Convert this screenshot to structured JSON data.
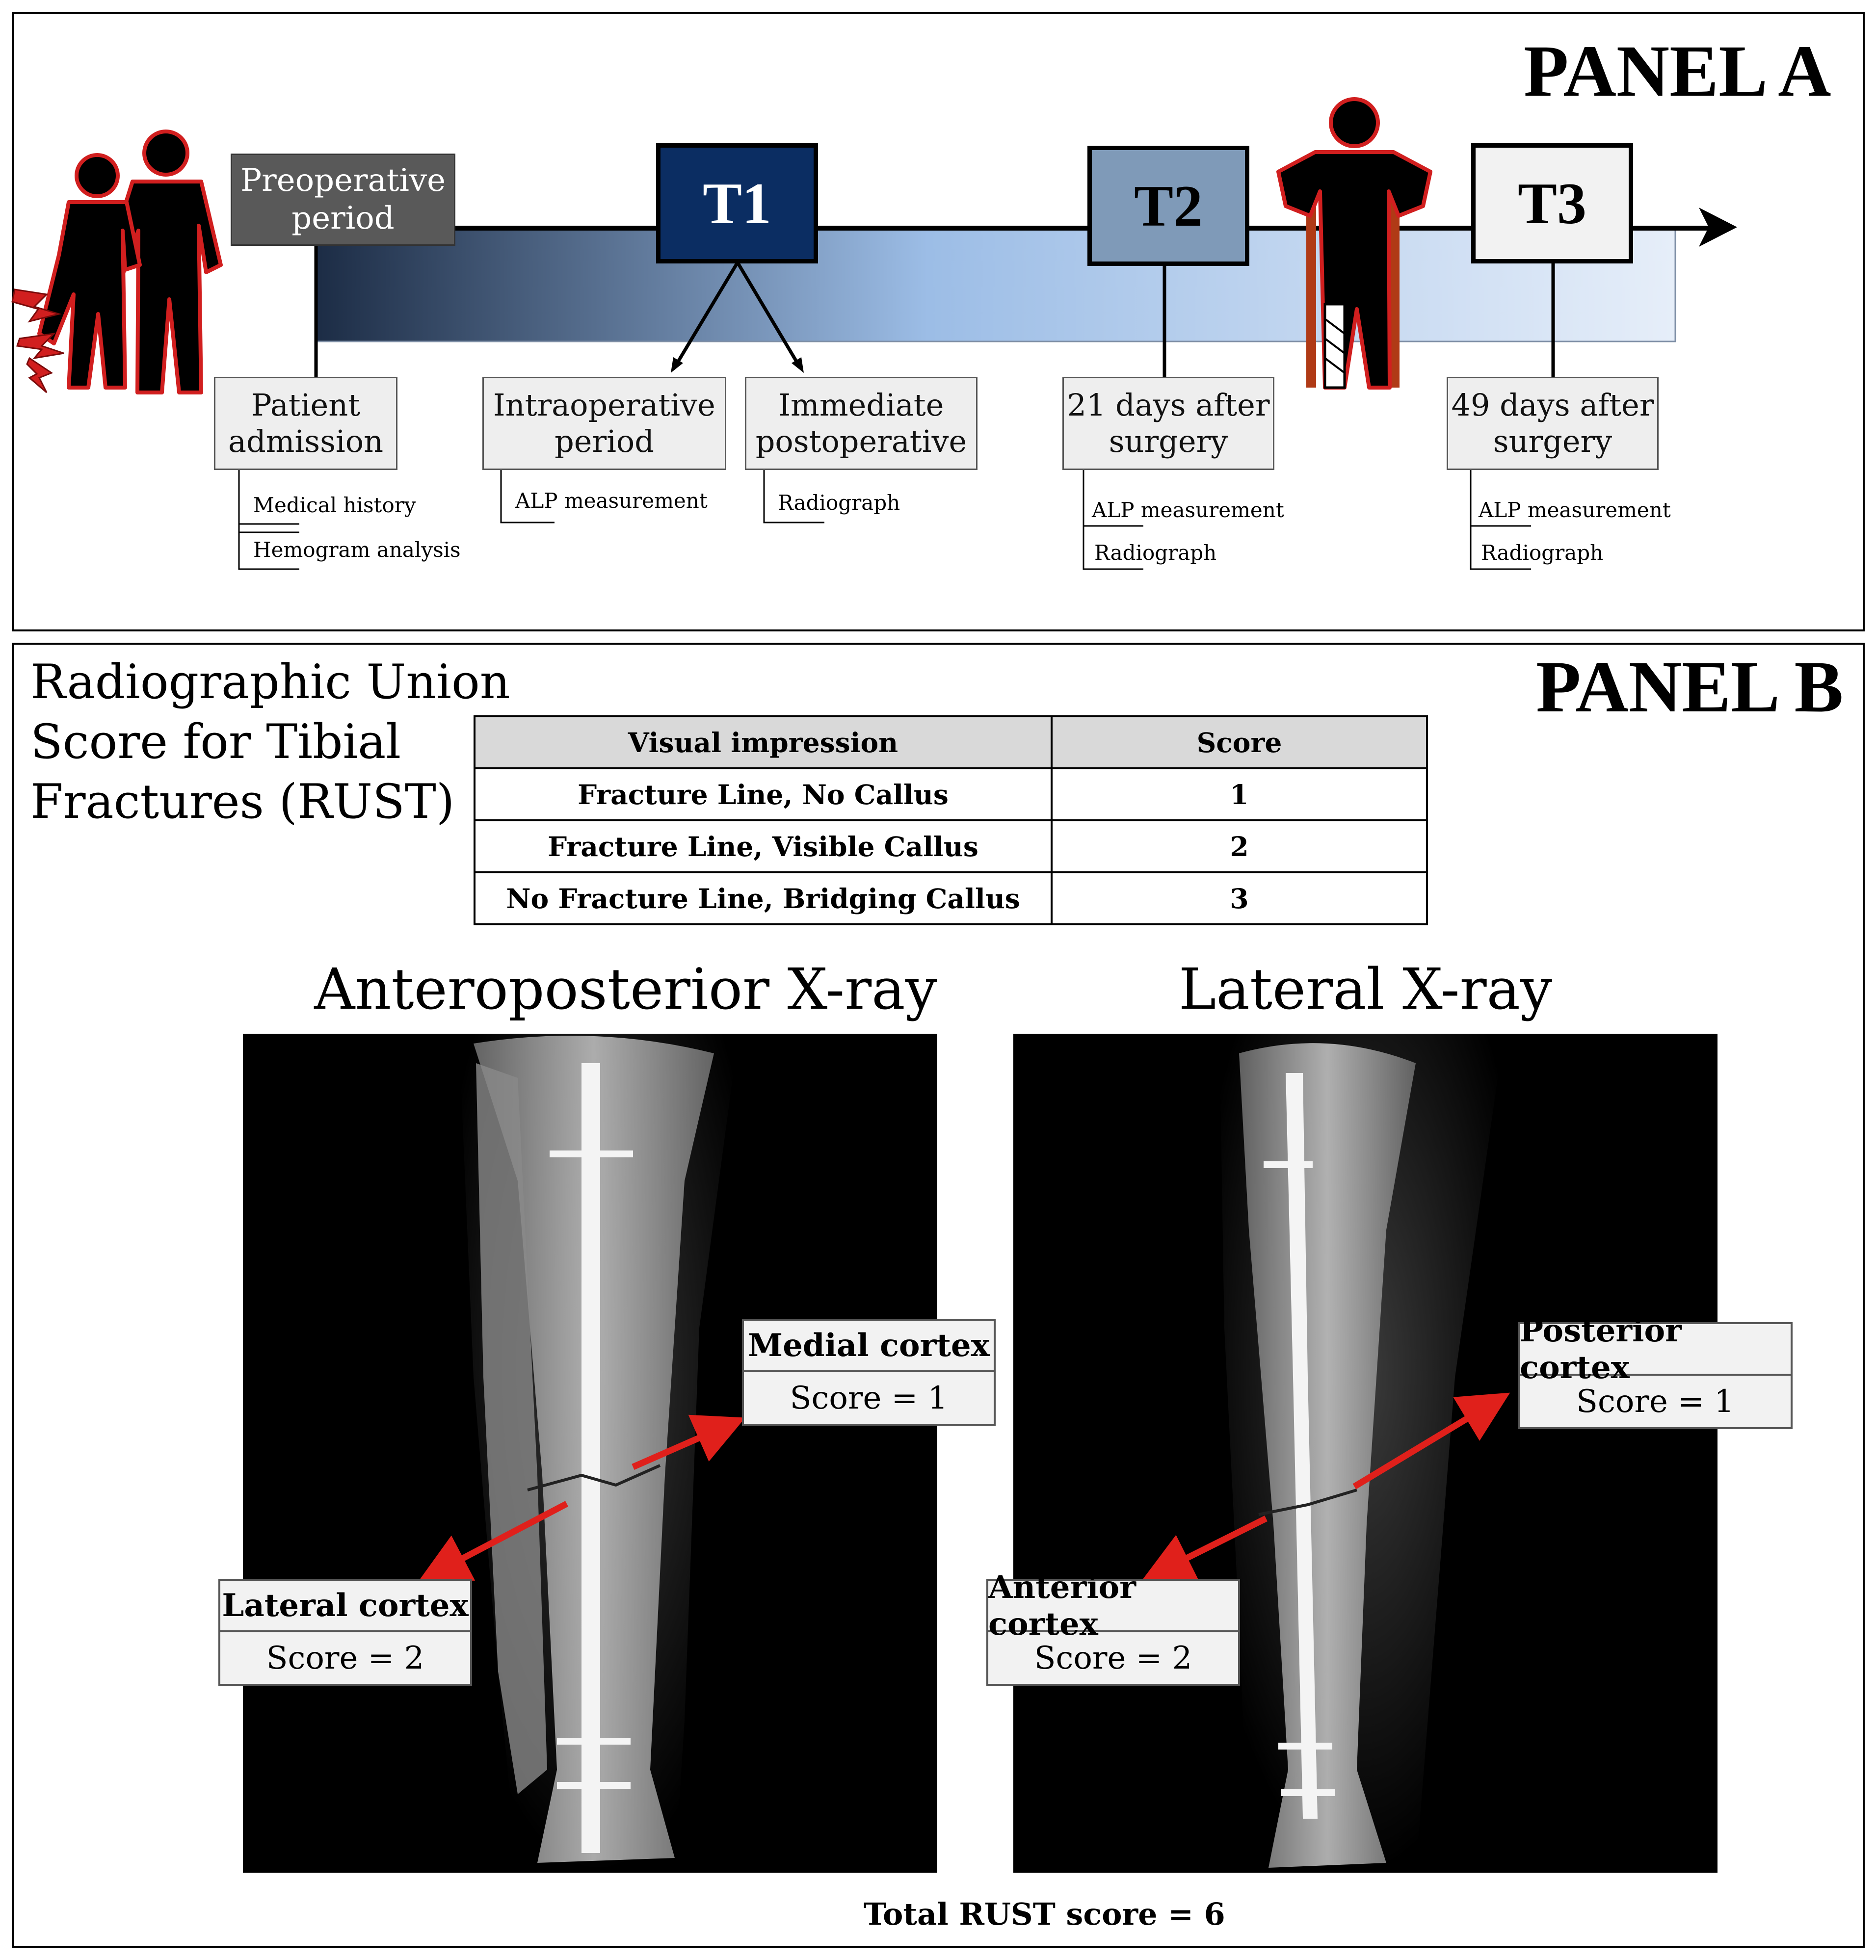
{
  "panel_a": {
    "label": "PANEL A",
    "preop": "Preoperative period",
    "timepoints": [
      {
        "label": "T1",
        "fill": "#0b2d62",
        "text_color": "#ffffff"
      },
      {
        "label": "T2",
        "fill": "#7f9ab8",
        "text_color": "#000000"
      },
      {
        "label": "T3",
        "fill": "#f2f2f2",
        "text_color": "#000000"
      }
    ],
    "boxes": [
      {
        "label": "Patient admission",
        "subs": [
          "Medical history",
          "Hemogram analysis"
        ]
      },
      {
        "label": "Intraoperative period",
        "subs": [
          "ALP measurement"
        ]
      },
      {
        "label": "Immediate postoperative",
        "subs": [
          "Radiograph"
        ]
      },
      {
        "label": "21 days after surgery",
        "subs": [
          "ALP measurement",
          "Radiograph"
        ]
      },
      {
        "label": "49 days after surgery",
        "subs": [
          "ALP measurement",
          "Radiograph"
        ]
      }
    ],
    "icons": [
      "injured-patient-icon",
      "walker-patient-icon"
    ]
  },
  "panel_b": {
    "label": "PANEL B",
    "rust_title": "Radiographic Union Score for Tibial Fractures (RUST)",
    "table": {
      "headers": [
        "Visual impression",
        "Score"
      ],
      "rows": [
        [
          "Fracture Line, No Callus",
          "1"
        ],
        [
          "Fracture Line, Visible Callus",
          "2"
        ],
        [
          "No Fracture Line, Bridging Callus",
          "3"
        ]
      ]
    },
    "ap_title": "Anteroposterior X-ray",
    "lat_title": "Lateral X-ray",
    "cortices": [
      {
        "name": "Medial cortex",
        "score": "Score = 1"
      },
      {
        "name": "Lateral cortex",
        "score": "Score = 2"
      },
      {
        "name": "Posterior cortex",
        "score": "Score = 1"
      },
      {
        "name": "Anterior cortex",
        "score": "Score = 2"
      }
    ],
    "total": "Total RUST score = 6",
    "arrow_color": "#e0201b"
  }
}
